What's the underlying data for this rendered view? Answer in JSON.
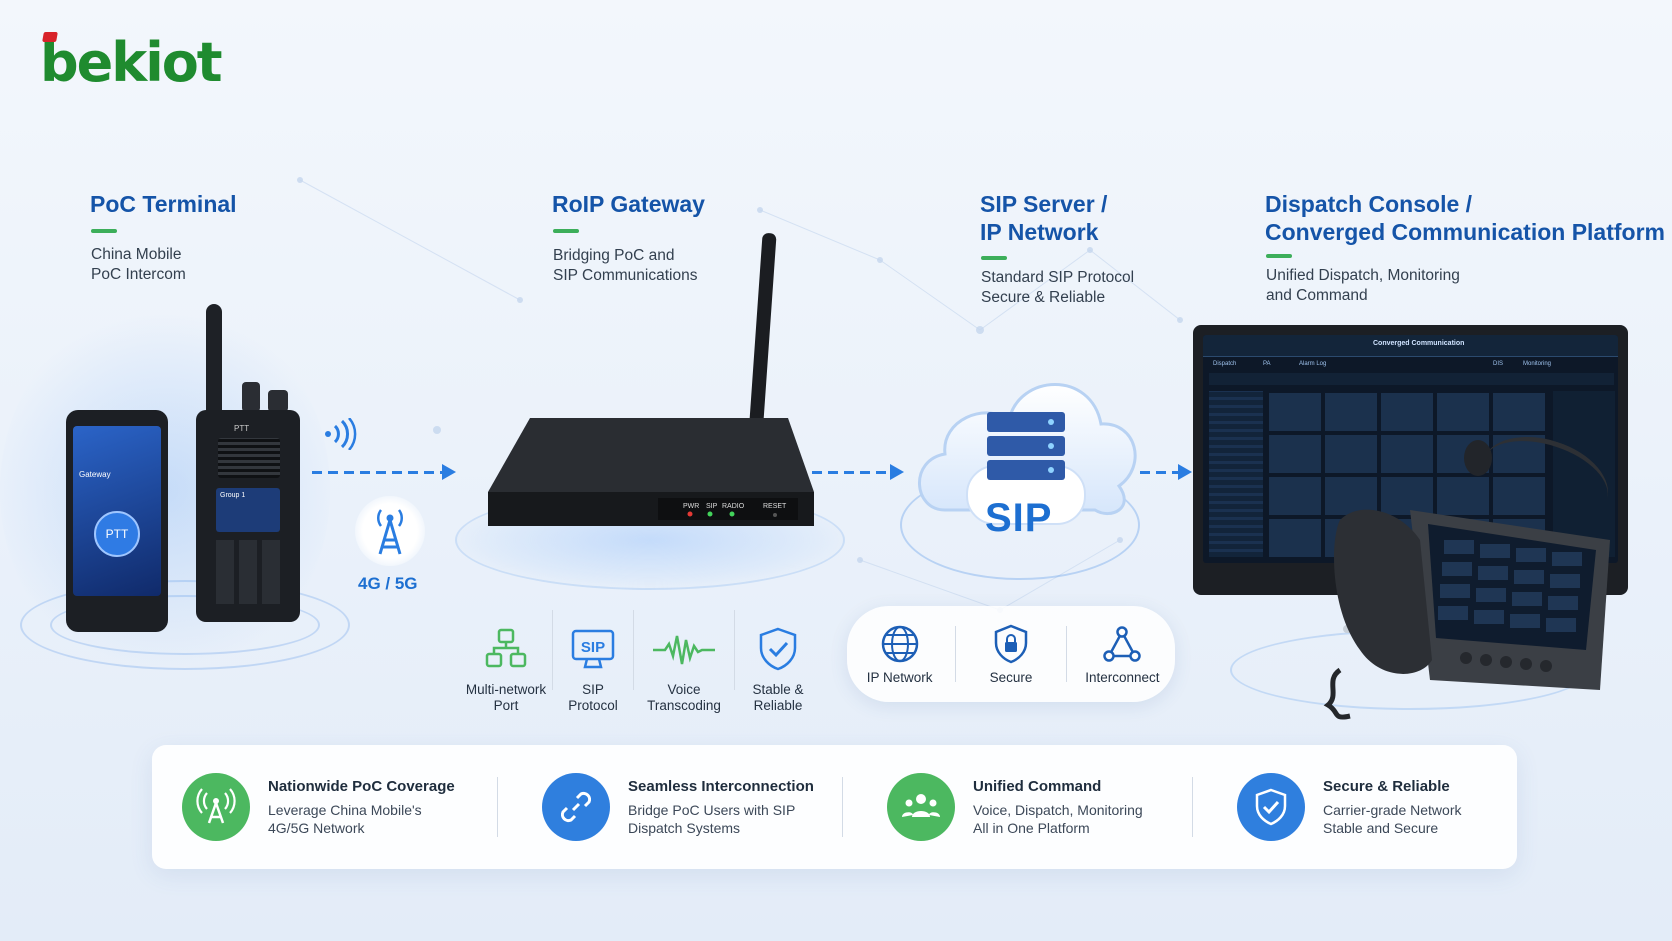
{
  "logo": {
    "text": "bekiot"
  },
  "columns": [
    {
      "title": "PoC Terminal",
      "subtitle": "China Mobile\nPoC Intercom"
    },
    {
      "title": "RoIP Gateway",
      "subtitle": "Bridging PoC and\nSIP Communications"
    },
    {
      "title": "SIP Server /\nIP Network",
      "subtitle": "Standard SIP Protocol\nSecure & Reliable"
    },
    {
      "title": "Dispatch Console /\nConverged Communication Platform",
      "subtitle": "Unified Dispatch, Monitoring\nand Command"
    }
  ],
  "terminal": {
    "phone_app": "Gateway",
    "phone_ptt": "PTT",
    "radio_label": "PTT",
    "radio_group": "Group 1",
    "network_label": "4G / 5G"
  },
  "gateway": {
    "indicators": [
      "PWR",
      "SIP",
      "RADIO"
    ],
    "reset_label": "RESET",
    "features": [
      {
        "icon": "multi-network-port-icon",
        "label": "Multi-network\nPort"
      },
      {
        "icon": "sip-protocol-icon",
        "label": "SIP\nProtocol"
      },
      {
        "icon": "voice-waveform-icon",
        "label": "Voice\nTranscoding"
      },
      {
        "icon": "shield-check-icon",
        "label": "Stable &\nReliable"
      }
    ]
  },
  "server": {
    "badge": "SIP",
    "features": [
      {
        "icon": "globe-icon",
        "label": "IP Network"
      },
      {
        "icon": "lock-shield-icon",
        "label": "Secure"
      },
      {
        "icon": "network-nodes-icon",
        "label": "Interconnect"
      }
    ]
  },
  "console": {
    "header": "Converged Communication",
    "tabs": [
      "Dispatch",
      "PA",
      "Alarm Log",
      "DIS",
      "Monitoring"
    ]
  },
  "benefits": [
    {
      "icon": "antenna-icon",
      "color": "#4cb860",
      "title": "Nationwide PoC Coverage",
      "desc": "Leverage China Mobile's\n4G/5G Network"
    },
    {
      "icon": "link-icon",
      "color": "#2f7fde",
      "title": "Seamless Interconnection",
      "desc": "Bridge PoC Users with SIP\nDispatch Systems"
    },
    {
      "icon": "users-icon",
      "color": "#4cb860",
      "title": "Unified Command",
      "desc": "Voice, Dispatch, Monitoring\nAll in One Platform"
    },
    {
      "icon": "shield-icon",
      "color": "#2f7fde",
      "title": "Secure & Reliable",
      "desc": "Carrier-grade Network\nStable and Secure"
    }
  ]
}
